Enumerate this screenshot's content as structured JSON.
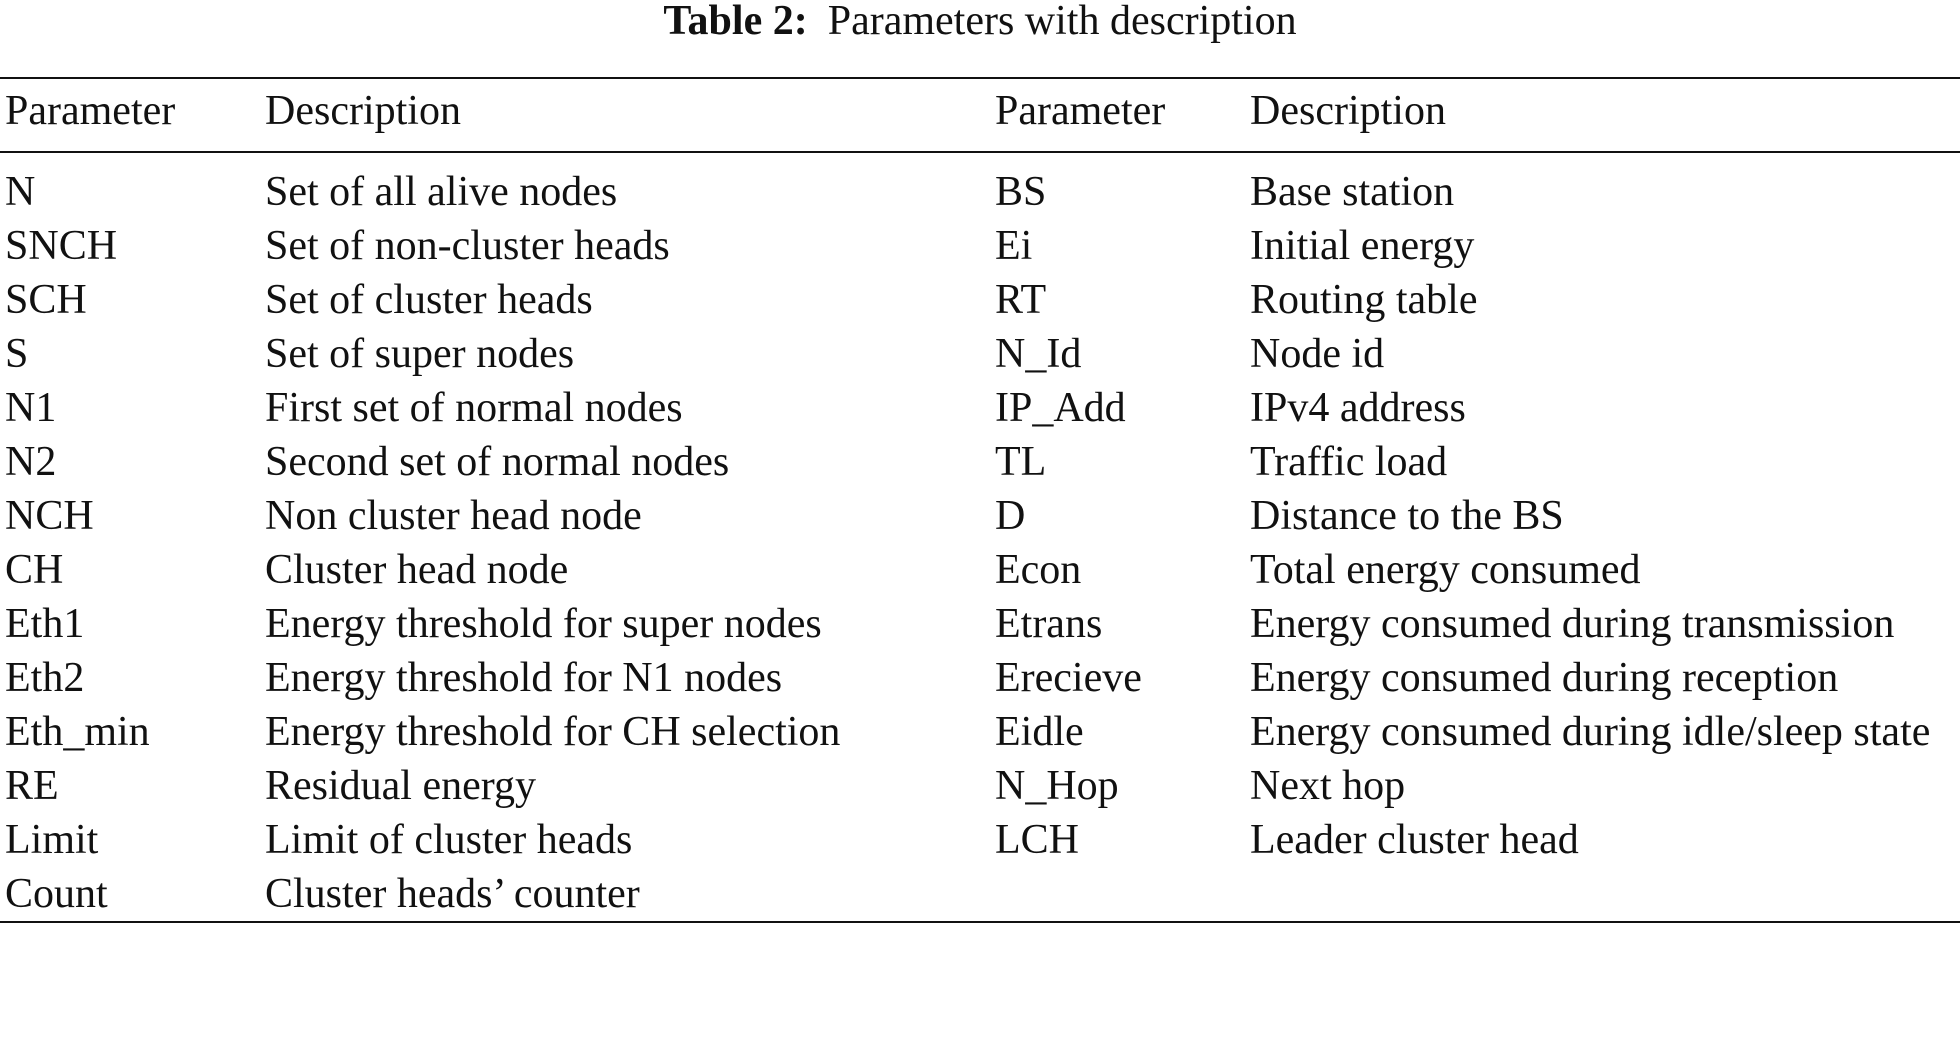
{
  "caption": {
    "label": "Table 2:",
    "title": "Parameters with description"
  },
  "header": {
    "param1": "Parameter",
    "desc1": "Description",
    "param2": "Parameter",
    "desc2": "Description"
  },
  "rows": [
    {
      "p1": "N",
      "d1": "Set of all alive nodes",
      "p2": "BS",
      "d2": "Base station"
    },
    {
      "p1": "SNCH",
      "d1": "Set of non-cluster heads",
      "p2": "Ei",
      "d2": "Initial energy"
    },
    {
      "p1": "SCH",
      "d1": "Set of cluster heads",
      "p2": "RT",
      "d2": "Routing table"
    },
    {
      "p1": "S",
      "d1": "Set of super nodes",
      "p2": "N_Id",
      "d2": "Node id"
    },
    {
      "p1": "N1",
      "d1": "First set of normal nodes",
      "p2": "IP_Add",
      "d2": "IPv4 address"
    },
    {
      "p1": "N2",
      "d1": "Second set of normal nodes",
      "p2": "TL",
      "d2": "Traffic load"
    },
    {
      "p1": "NCH",
      "d1": "Non cluster head node",
      "p2": "D",
      "d2": "Distance to the BS"
    },
    {
      "p1": "CH",
      "d1": "Cluster head node",
      "p2": "Econ",
      "d2": "Total energy consumed"
    },
    {
      "p1": "Eth1",
      "d1": "Energy threshold for super nodes",
      "p2": "Etrans",
      "d2": "Energy consumed during transmission"
    },
    {
      "p1": "Eth2",
      "d1": "Energy threshold for N1 nodes",
      "p2": "Erecieve",
      "d2": "Energy consumed during reception"
    },
    {
      "p1": "Eth_min",
      "d1": "Energy threshold for CH selection",
      "p2": "Eidle",
      "d2": "Energy consumed during idle/sleep state"
    },
    {
      "p1": "RE",
      "d1": "Residual energy",
      "p2": "N_Hop",
      "d2": "Next hop"
    },
    {
      "p1": "Limit",
      "d1": "Limit of cluster heads",
      "p2": "LCH",
      "d2": "Leader cluster head"
    },
    {
      "p1": "Count",
      "d1": "Cluster heads’ counter",
      "p2": "",
      "d2": ""
    }
  ]
}
